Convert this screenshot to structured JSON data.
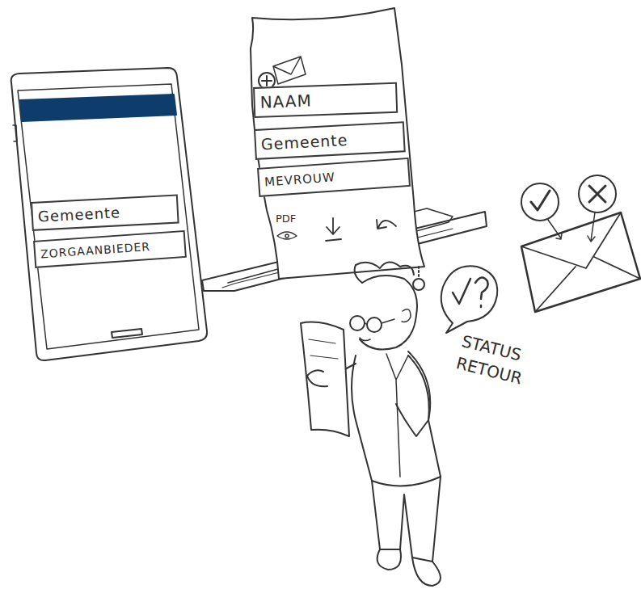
{
  "diagram": {
    "nodes": [
      {
        "text": [
          "NAAM"
        ]
      },
      {
        "text": [
          "Gemeente"
        ]
      },
      {
        "text": [
          "MEVROUW"
        ]
      },
      {
        "text": [
          "Gemeente"
        ]
      },
      {
        "text": [
          "ZORGAANBIEDER"
        ]
      }
    ],
    "labels": [
      "PDF",
      "STATUS RETOUR"
    ]
  }
}
